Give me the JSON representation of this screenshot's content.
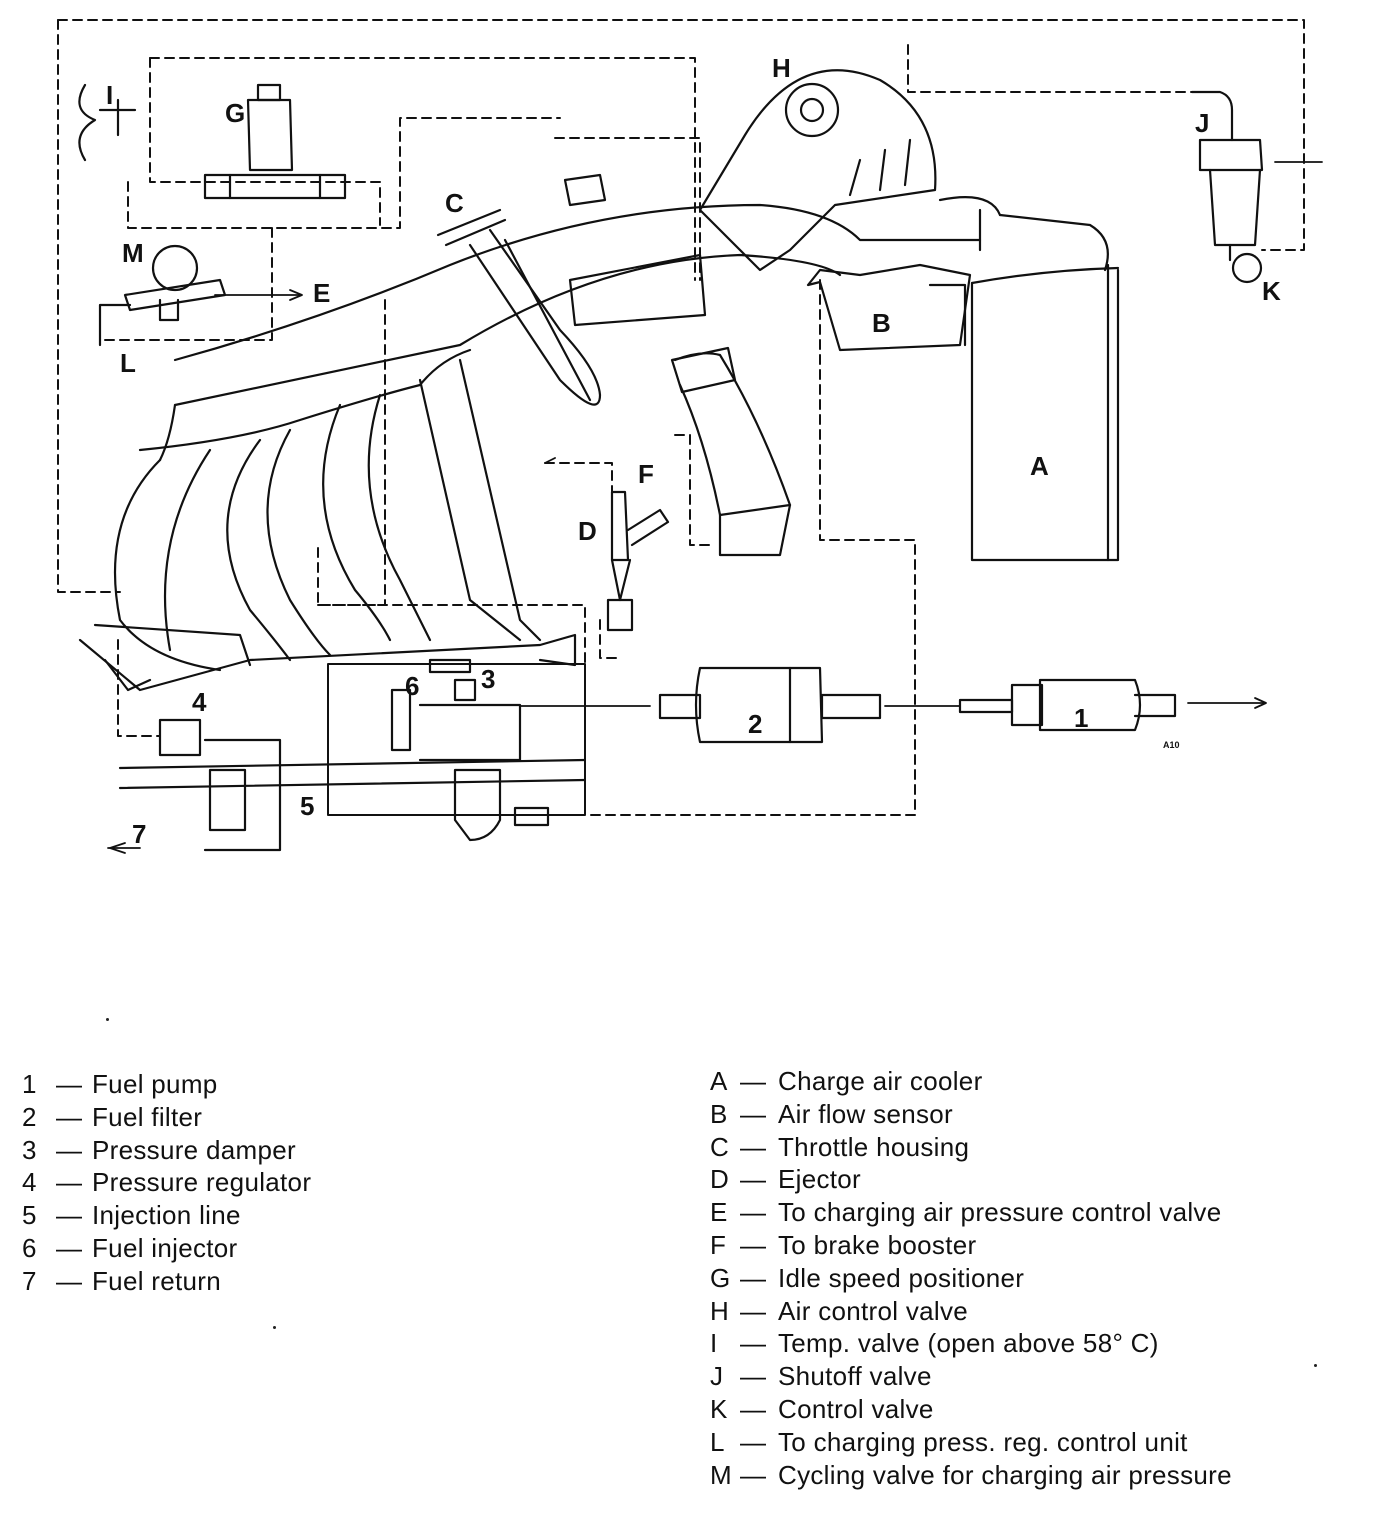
{
  "diagram": {
    "part_labels": {
      "A": "A",
      "B": "B",
      "C": "C",
      "D": "D",
      "E": "E",
      "F": "F",
      "G": "G",
      "H": "H",
      "I": "I",
      "J": "J",
      "K": "K",
      "L": "L",
      "M": "M",
      "n1": "1",
      "n2": "2",
      "n3": "3",
      "n4": "4",
      "n5": "5",
      "n6": "6",
      "n7": "7"
    },
    "figure_code": "A10"
  },
  "legend_left": [
    {
      "key": "1",
      "dash": "—",
      "text": "Fuel pump"
    },
    {
      "key": "2",
      "dash": "—",
      "text": "Fuel filter"
    },
    {
      "key": "3",
      "dash": "—",
      "text": "Pressure damper"
    },
    {
      "key": "4",
      "dash": "—",
      "text": "Pressure regulator"
    },
    {
      "key": "5",
      "dash": "—",
      "text": "Injection line"
    },
    {
      "key": "6",
      "dash": "—",
      "text": "Fuel injector"
    },
    {
      "key": "7",
      "dash": "—",
      "text": "Fuel return"
    }
  ],
  "legend_right": [
    {
      "key": "A",
      "dash": "—",
      "text": "Charge air cooler"
    },
    {
      "key": "B",
      "dash": "—",
      "text": "Air flow sensor"
    },
    {
      "key": "C",
      "dash": "—",
      "text": "Throttle housing"
    },
    {
      "key": "D",
      "dash": "—",
      "text": "Ejector"
    },
    {
      "key": "E",
      "dash": "—",
      "text": "To charging air pressure control valve"
    },
    {
      "key": "F",
      "dash": "—",
      "text": "To brake booster"
    },
    {
      "key": "G",
      "dash": "—",
      "text": "Idle speed positioner"
    },
    {
      "key": "H",
      "dash": "—",
      "text": "Air control valve"
    },
    {
      "key": "I",
      "dash": "—",
      "text": "Temp. valve (open above 58° C)"
    },
    {
      "key": "J",
      "dash": "—",
      "text": "Shutoff valve"
    },
    {
      "key": "K",
      "dash": "—",
      "text": "Control valve"
    },
    {
      "key": "L",
      "dash": "—",
      "text": "To charging press. reg. control unit"
    },
    {
      "key": "M",
      "dash": "—",
      "text": "Cycling valve for charging air pressure"
    }
  ]
}
